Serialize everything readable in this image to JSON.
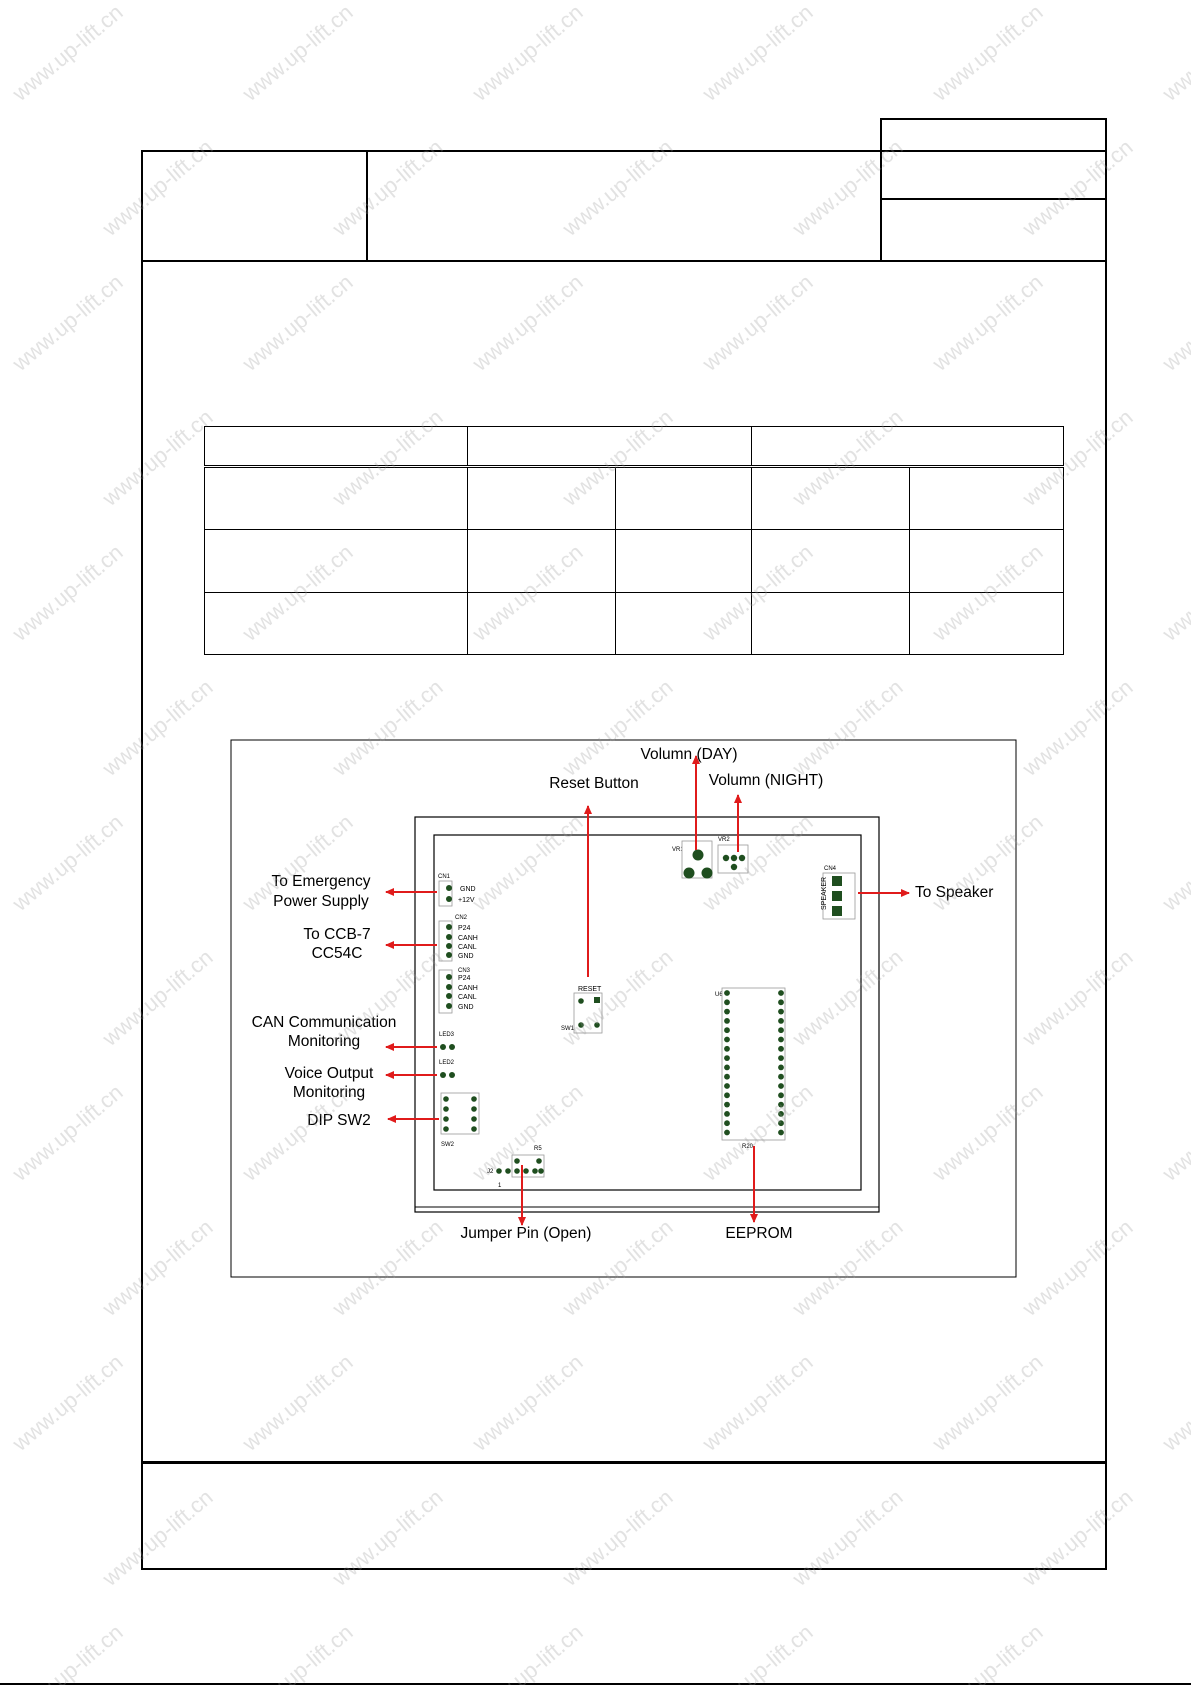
{
  "watermark": "www.up-lift.cn",
  "diagram": {
    "labels": {
      "volumn_day": "Volumn (DAY)",
      "volumn_night": "Volumn (NIGHT)",
      "reset_button": "Reset Button",
      "emergency_line1": "To Emergency",
      "emergency_line2": "Power Supply",
      "ccb_line1": "To CCB-7",
      "ccb_line2": "CC54C",
      "can_line1": "CAN Communication",
      "can_line2": "Monitoring",
      "voice_line1": "Voice Output",
      "voice_line2": "Monitoring",
      "dip_sw2": "DIP SW2",
      "to_speaker": "To Speaker",
      "jumper_pin": "Jumper Pin (Open)",
      "eeprom": "EEPROM"
    },
    "silk": {
      "cn1": "CN1",
      "cn1_pins": [
        "GND",
        "+12V"
      ],
      "cn2": "CN2",
      "cn2_pins": [
        "P24",
        "CANH",
        "CANL",
        "GND"
      ],
      "cn3": "CN3",
      "cn3_pins": [
        "P24",
        "CANH",
        "CANL",
        "GND"
      ],
      "led3": "LED3",
      "led2": "LED2",
      "sw2": "SW2",
      "reset": "RESET",
      "sw1": "SW1",
      "vr1": "VR1",
      "vr2": "VR2",
      "cn4": "CN4",
      "speaker": "SPEAKER",
      "u6": "U6",
      "r20": "R20",
      "j2": "J2",
      "r5": "R5",
      "pin1": "1"
    },
    "colors": {
      "arrow": "#e01b1b",
      "pad": "#1f4e1f"
    }
  }
}
